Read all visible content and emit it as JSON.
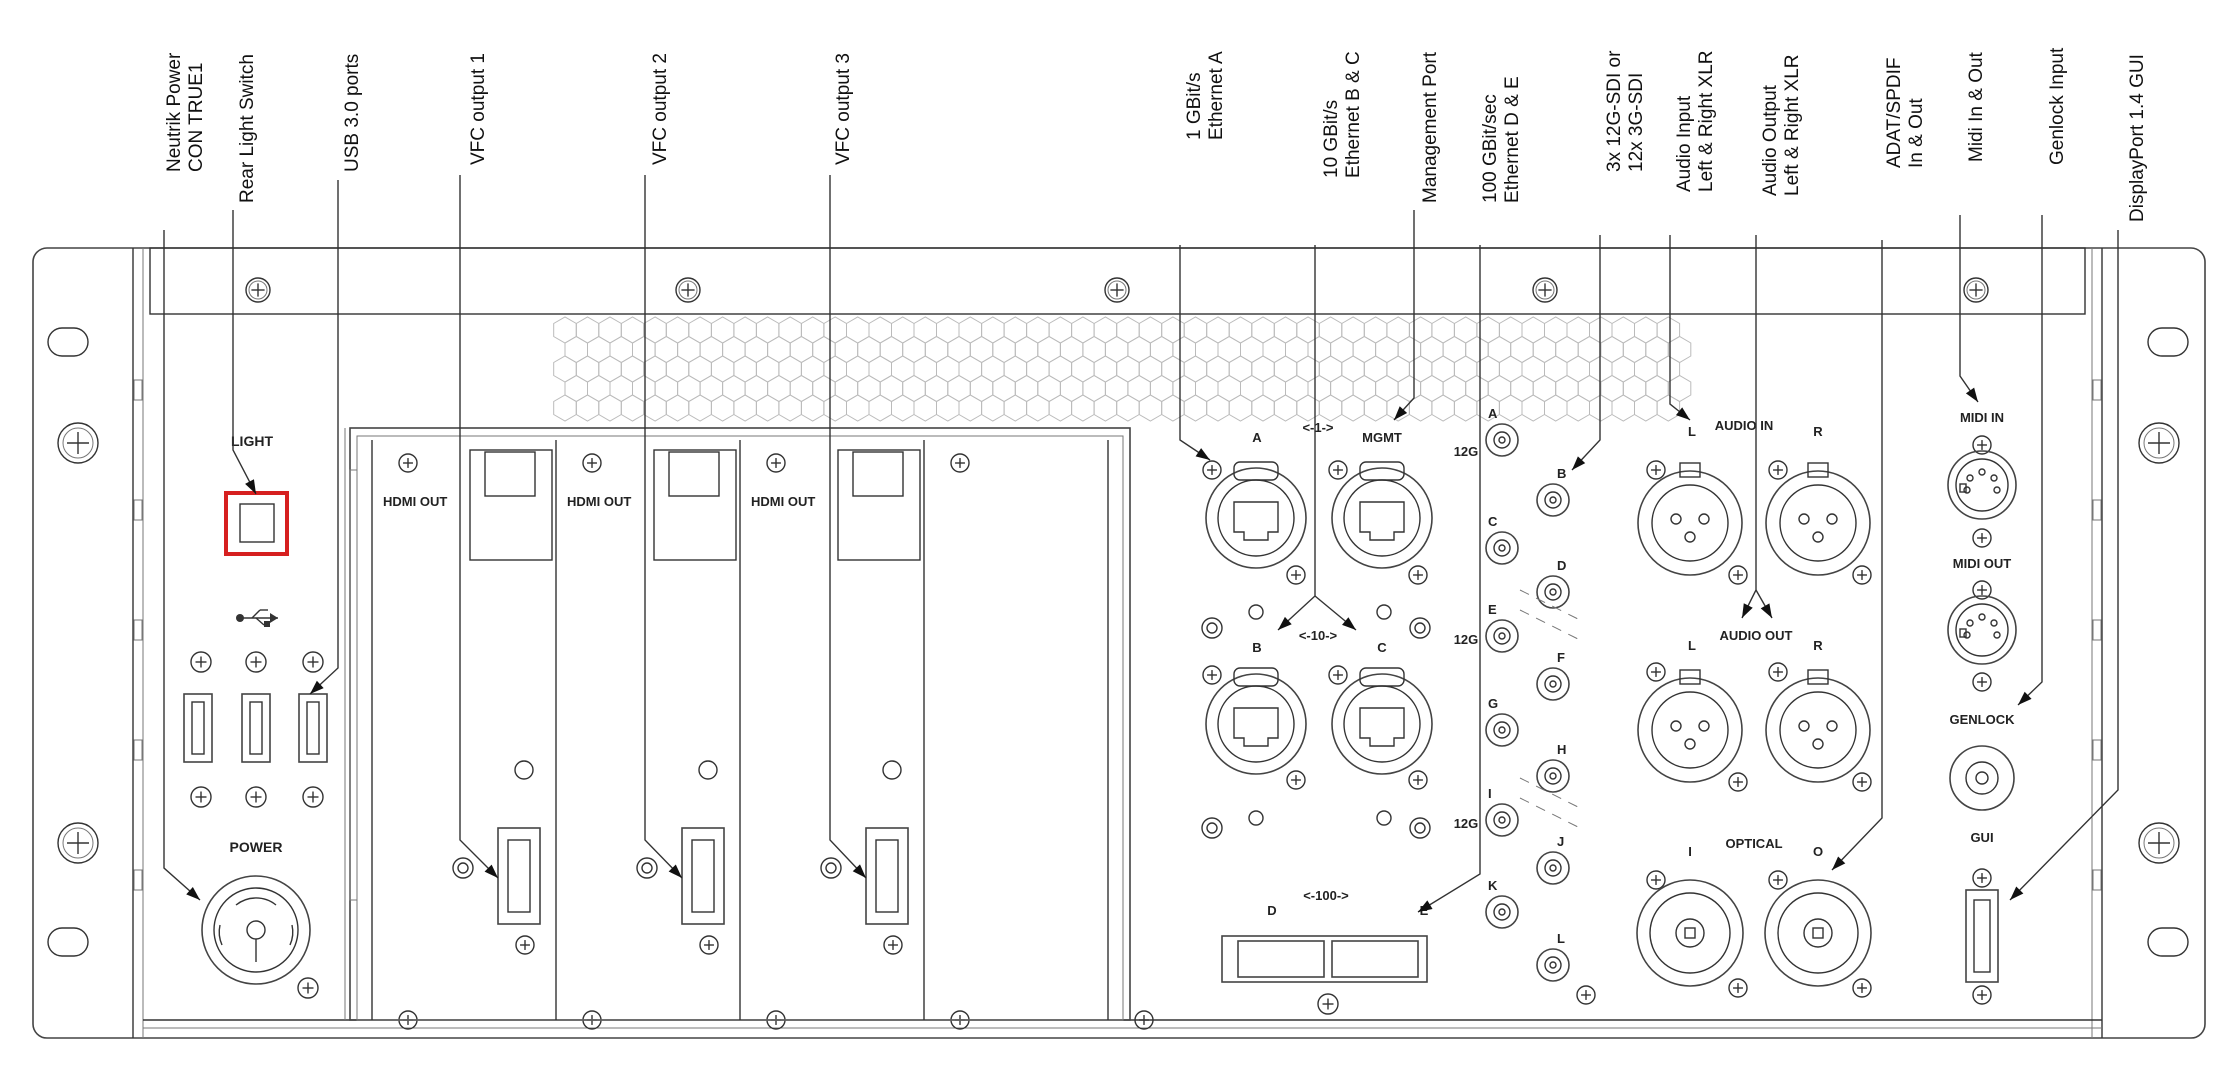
{
  "callouts": [
    {
      "id": "neutrik-power",
      "lines": [
        "Neutrik Power",
        "CON TRUE1"
      ]
    },
    {
      "id": "rear-light-switch",
      "lines": [
        "Rear Light Switch"
      ]
    },
    {
      "id": "usb-3-ports",
      "lines": [
        "USB 3.0 ports"
      ]
    },
    {
      "id": "vfc-output-1",
      "lines": [
        "VFC output 1"
      ]
    },
    {
      "id": "vfc-output-2",
      "lines": [
        "VFC output 2"
      ]
    },
    {
      "id": "vfc-output-3",
      "lines": [
        "VFC output 3"
      ]
    },
    {
      "id": "ethernet-a",
      "lines": [
        "1 GBit/s",
        "Ethernet A"
      ]
    },
    {
      "id": "ethernet-bc",
      "lines": [
        "10 GBit/s",
        "Ethernet B & C"
      ]
    },
    {
      "id": "management-port",
      "lines": [
        "Management Port"
      ]
    },
    {
      "id": "ethernet-de",
      "lines": [
        "100 GBit/sec",
        "Ethernet D & E"
      ]
    },
    {
      "id": "sdi",
      "lines": [
        "3x 12G-SDI or",
        "12x 3G-SDI"
      ]
    },
    {
      "id": "audio-input",
      "lines": [
        "Audio Input",
        "Left & Right XLR"
      ]
    },
    {
      "id": "audio-output",
      "lines": [
        "Audio Output",
        "Left & Right XLR"
      ]
    },
    {
      "id": "adat-spdif",
      "lines": [
        "ADAT/SPDIF",
        "In & Out"
      ]
    },
    {
      "id": "midi",
      "lines": [
        "Midi In & Out"
      ]
    },
    {
      "id": "genlock",
      "lines": [
        "Genlock Input"
      ]
    },
    {
      "id": "displayport",
      "lines": [
        "DisplayPort 1.4 GUI"
      ]
    }
  ],
  "panel": {
    "light": "LIGHT",
    "power": "POWER",
    "hdmi_out": "HDMI OUT",
    "eth_a": "A",
    "mgmt": "MGMT",
    "gbit1": "<-1->",
    "eth_b": "B",
    "eth_c": "C",
    "gbit10": "<-10->",
    "gbit100": "<-100->",
    "eth_d": "D",
    "eth_e": "E",
    "sdi_letters": [
      "A",
      "B",
      "C",
      "D",
      "E",
      "F",
      "G",
      "H",
      "I",
      "J",
      "K",
      "L"
    ],
    "sdi_12g": "12G",
    "audio_in": "AUDIO IN",
    "audio_out": "AUDIO OUT",
    "left": "L",
    "right": "R",
    "optical": "OPTICAL",
    "opt_in": "I",
    "opt_out": "O",
    "midi_in": "MIDI IN",
    "midi_out": "MIDI OUT",
    "genlock": "GENLOCK",
    "gui": "GUI"
  },
  "highlight_color": "#d62020"
}
